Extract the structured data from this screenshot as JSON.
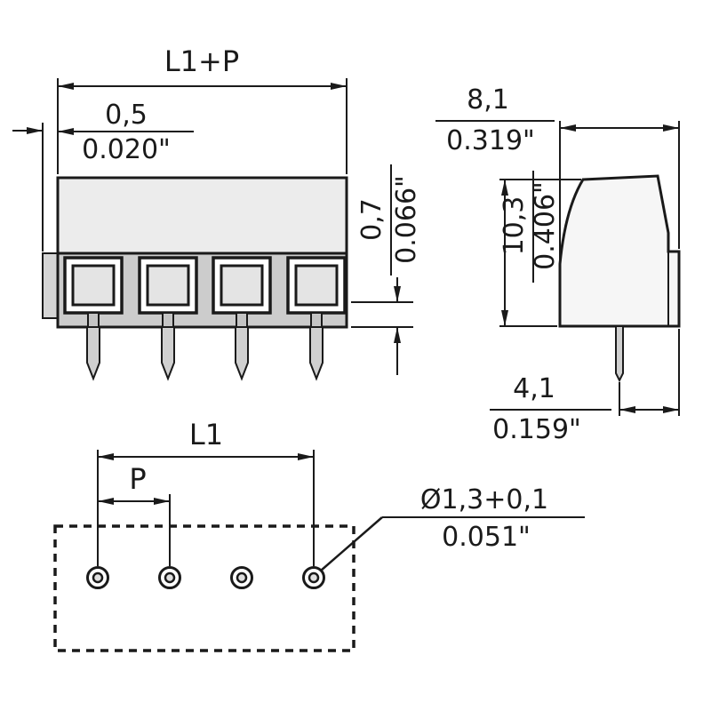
{
  "colors": {
    "ink": "#1a1a1a",
    "body_light": "#ececec",
    "body_mid": "#cccccc",
    "pin_gray": "#d0d0d0"
  },
  "front": {
    "l1p": "L1+P",
    "offset_mm": "0,5",
    "offset_in": "0.020\"",
    "wall_mm": "0,7",
    "wall_in": "0.066\""
  },
  "side": {
    "width_mm": "8,1",
    "width_in": "0.319\"",
    "height_mm": "10,3",
    "height_in": "0.406\"",
    "pin_mm": "4,1",
    "pin_in": "0.159\""
  },
  "footprint": {
    "l1": "L1",
    "p": "P",
    "hole_mm": "Ø1,3+0,1",
    "hole_in": "0.051\""
  }
}
